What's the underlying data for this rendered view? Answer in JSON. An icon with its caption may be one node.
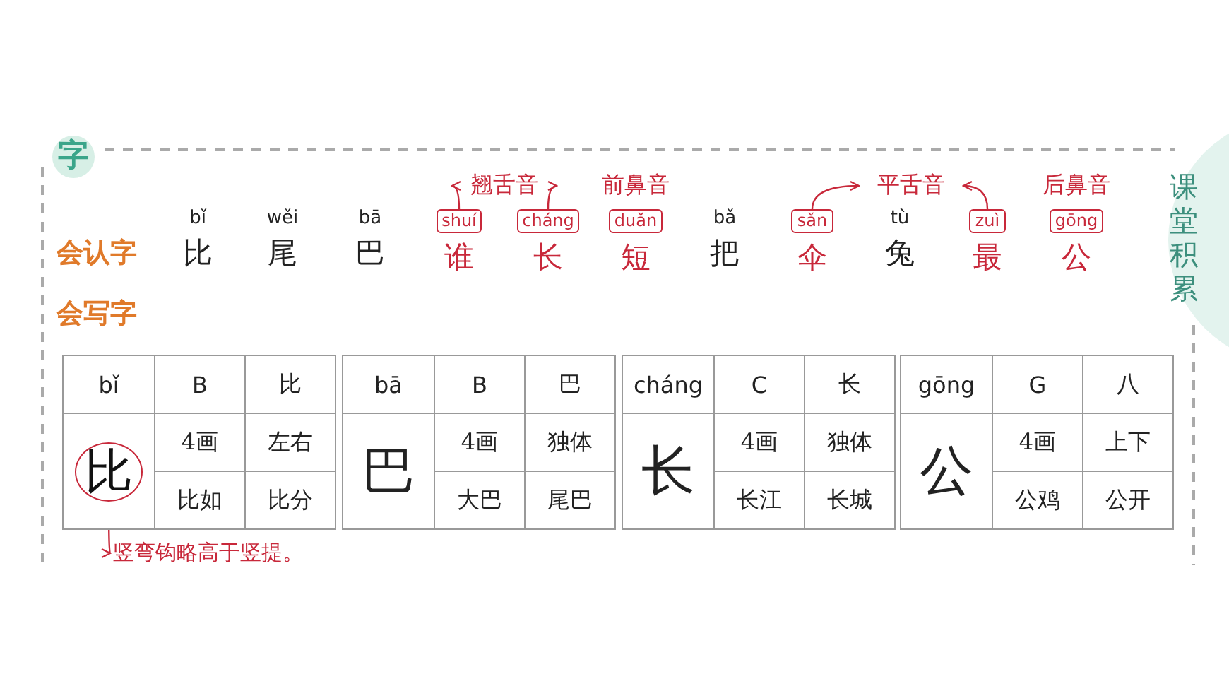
{
  "diagram": {
    "nodes": [
      {
        "text": [
          "字"
        ]
      },
      {
        "text": [
          "课堂积累"
        ]
      },
      {
        "text": [
          "翘舌音"
        ]
      },
      {
        "text": [
          "shuí"
        ],
        "beside": [
          "谁"
        ]
      },
      {
        "text": [
          "cháng"
        ],
        "beside": [
          "长"
        ]
      },
      {
        "text": [
          "duǎn"
        ],
        "beside": [
          "短"
        ]
      },
      {
        "text": [
          "平舌音"
        ]
      },
      {
        "text": [
          "sǎn"
        ],
        "beside": [
          "伞"
        ]
      },
      {
        "text": [
          "zuì"
        ],
        "beside": [
          "最"
        ]
      },
      {
        "text": [
          "gōng"
        ],
        "beside": [
          "公"
        ]
      },
      {
        "text": [
          "比"
        ]
      },
      {
        "text": [
          "竖弯钩略高于竖提。"
        ]
      }
    ],
    "edges": [
      {
        "from": 3,
        "to": 2,
        "arrow": "to"
      },
      {
        "from": 4,
        "to": 2,
        "arrow": "to"
      },
      {
        "from": 7,
        "to": 6,
        "arrow": "to"
      },
      {
        "from": 8,
        "to": 6,
        "arrow": "to"
      },
      {
        "from": 10,
        "to": 11,
        "arrow": "to"
      }
    ],
    "labels": [
      "前鼻音",
      "后鼻音",
      "会认字",
      "bǐ",
      "wěi",
      "bā",
      "bǎ",
      "tù",
      "比",
      "尾",
      "巴",
      "把",
      "兔",
      "会写字",
      "bǐ",
      "B",
      "比",
      "4画",
      "左右",
      "比如",
      "比分",
      "bā",
      "B",
      "巴",
      "巴",
      "4画",
      "独体",
      "大巴",
      "尾巴",
      "cháng",
      "C",
      "长",
      "长",
      "4画",
      "独体",
      "长江",
      "长城",
      "gōng",
      "G",
      "八",
      "公",
      "4画",
      "上下",
      "公鸡",
      "公开"
    ]
  }
}
